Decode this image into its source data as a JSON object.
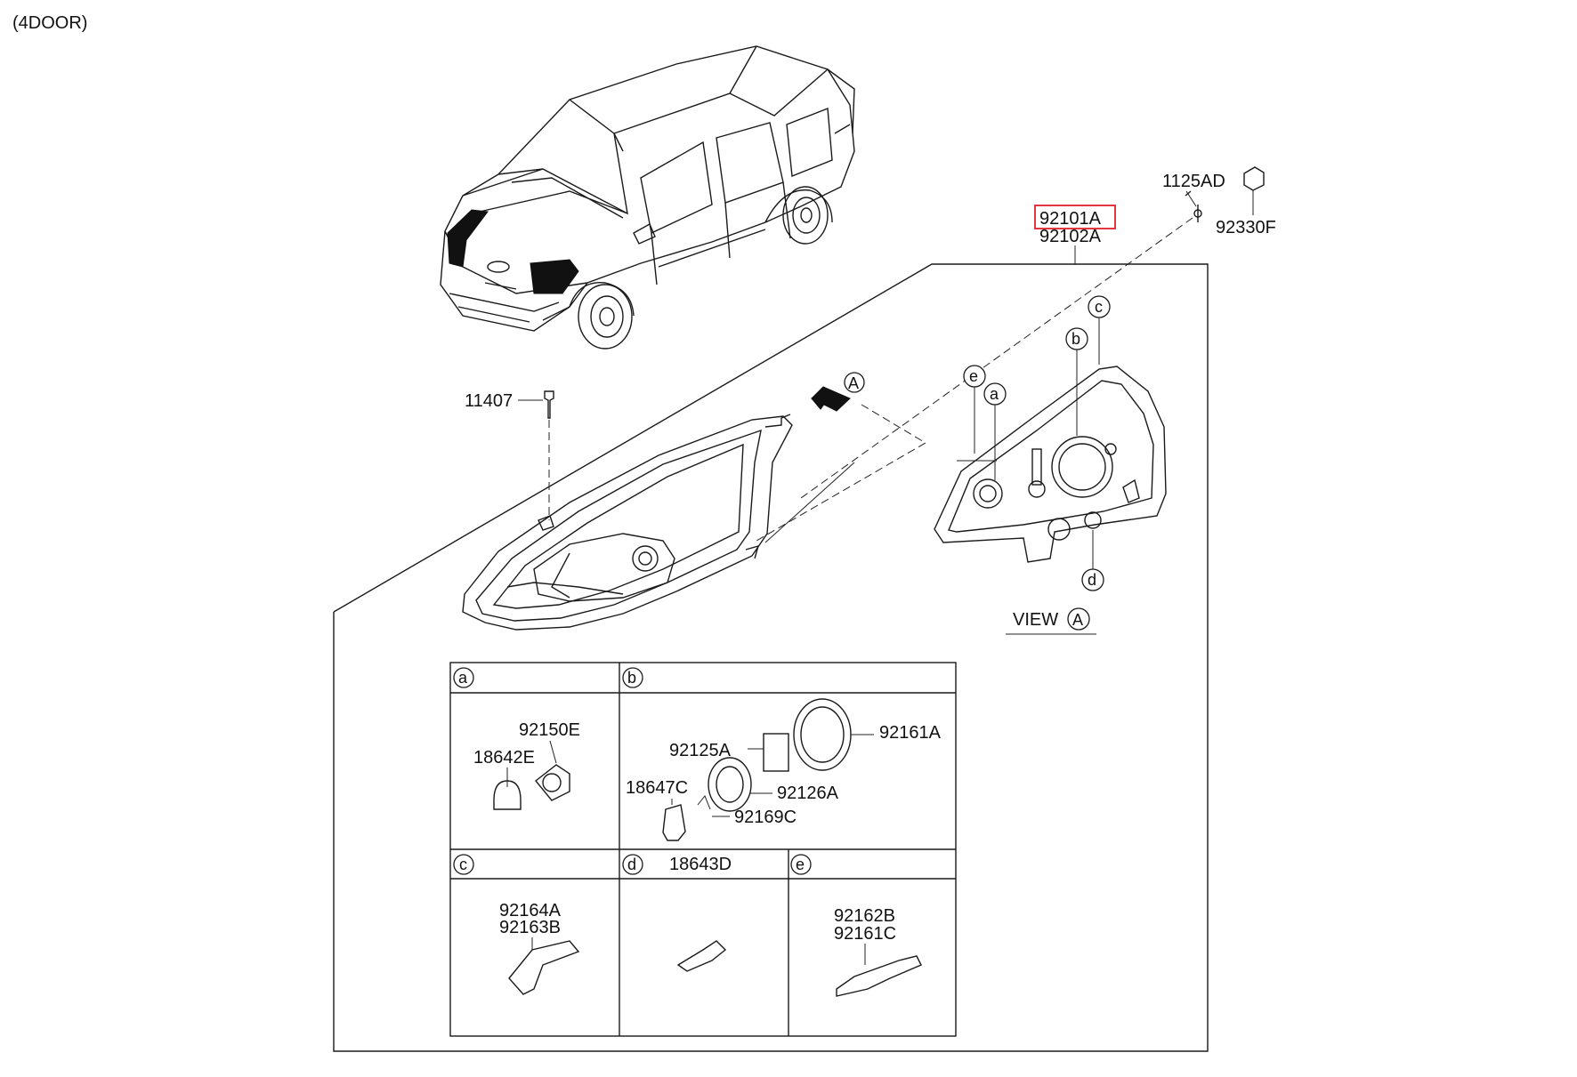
{
  "header": {
    "variant": "(4DOOR)"
  },
  "colors": {
    "highlight": "#e0202a",
    "line": "#1a1a1a"
  },
  "parts": {
    "main_part_highlighted": "92101A",
    "main_part_2": "92102A",
    "screw_top": "1125AD",
    "clip_top": "92330F",
    "bolt": "11407"
  },
  "view": {
    "prefix": "VIEW",
    "letter": "A",
    "arrow_letter": "A"
  },
  "callouts": [
    "a",
    "b",
    "c",
    "d",
    "e"
  ],
  "table": {
    "a": {
      "letter": "a",
      "parts": [
        "92150E",
        "18642E"
      ]
    },
    "b": {
      "letter": "b",
      "parts": [
        "92161A",
        "92125A",
        "18647C",
        "92126A",
        "92169C"
      ]
    },
    "c": {
      "letter": "c",
      "parts": [
        "92164A",
        "92163B"
      ]
    },
    "d": {
      "letter": "d",
      "header_part": "18643D"
    },
    "e": {
      "letter": "e",
      "parts": [
        "92162B",
        "92161C"
      ]
    }
  }
}
